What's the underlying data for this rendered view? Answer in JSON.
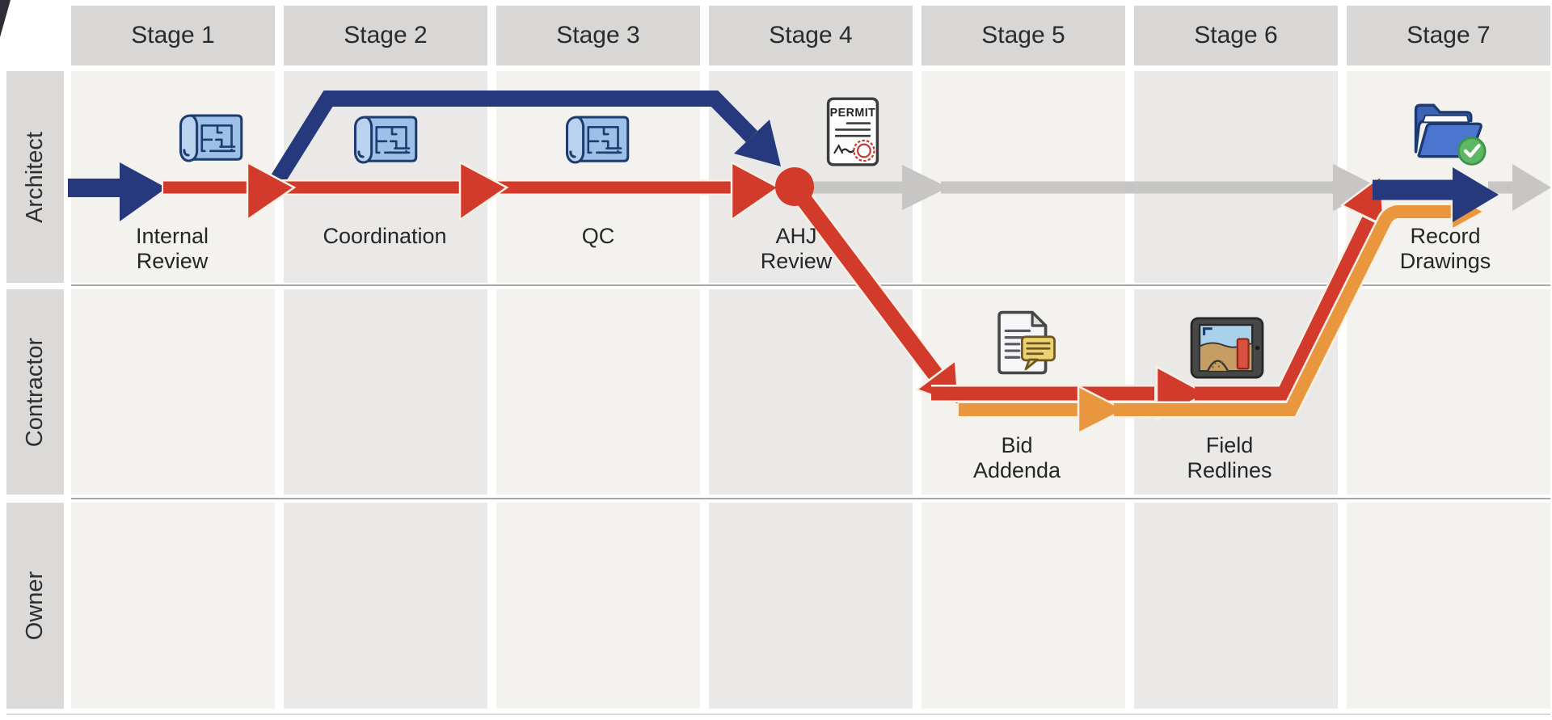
{
  "title": "Drawing workflow swimlane diagram",
  "stages": [
    "Stage 1",
    "Stage 2",
    "Stage 3",
    "Stage 4",
    "Stage 5",
    "Stage 6",
    "Stage 7"
  ],
  "lanes": [
    "Architect",
    "Contractor",
    "Owner"
  ],
  "milestones": [
    {
      "id": "internal-review",
      "line1": "Internal",
      "line2": "Review"
    },
    {
      "id": "coordination",
      "line1": "Coordination",
      "line2": ""
    },
    {
      "id": "qc",
      "line1": "QC",
      "line2": ""
    },
    {
      "id": "ahj-review",
      "line1": "AHJ",
      "line2": "Review"
    },
    {
      "id": "bid-addenda",
      "line1": "Bid",
      "line2": "Addenda"
    },
    {
      "id": "field-redlines",
      "line1": "Field",
      "line2": "Redlines"
    },
    {
      "id": "record-drawings",
      "line1": "Record",
      "line2": "Drawings"
    }
  ],
  "permit_icon_label": "PERMIT",
  "icons": {
    "stage1": "blueprint-scroll",
    "stage2": "blueprint-scroll",
    "stage3": "blueprint-scroll",
    "stage4": "permit-certificate",
    "stage5": "document-with-comment",
    "stage6": "tablet-site-photo-redline",
    "stage7": "folder-approved-check"
  },
  "flows": {
    "blue": "design path (Architect)",
    "red": "revision path (Architect to Contractor and back)",
    "orange": "as-built markup path (Contractor)",
    "gray": "baseline timeline path"
  },
  "colors": {
    "navy": "#27397d",
    "red": "#d23b2c",
    "orange": "#e9973e",
    "gray_arrow": "#c7c6c4",
    "header_bg": "#d8d7d5",
    "lane_label_bg": "#dbdad8",
    "cell_light": "#f3f2ef",
    "cell_dark": "#eae9e7",
    "canvas_bg": "#ffffff",
    "text": "#2b2b2b",
    "outline_light": "#f7f0e4"
  }
}
